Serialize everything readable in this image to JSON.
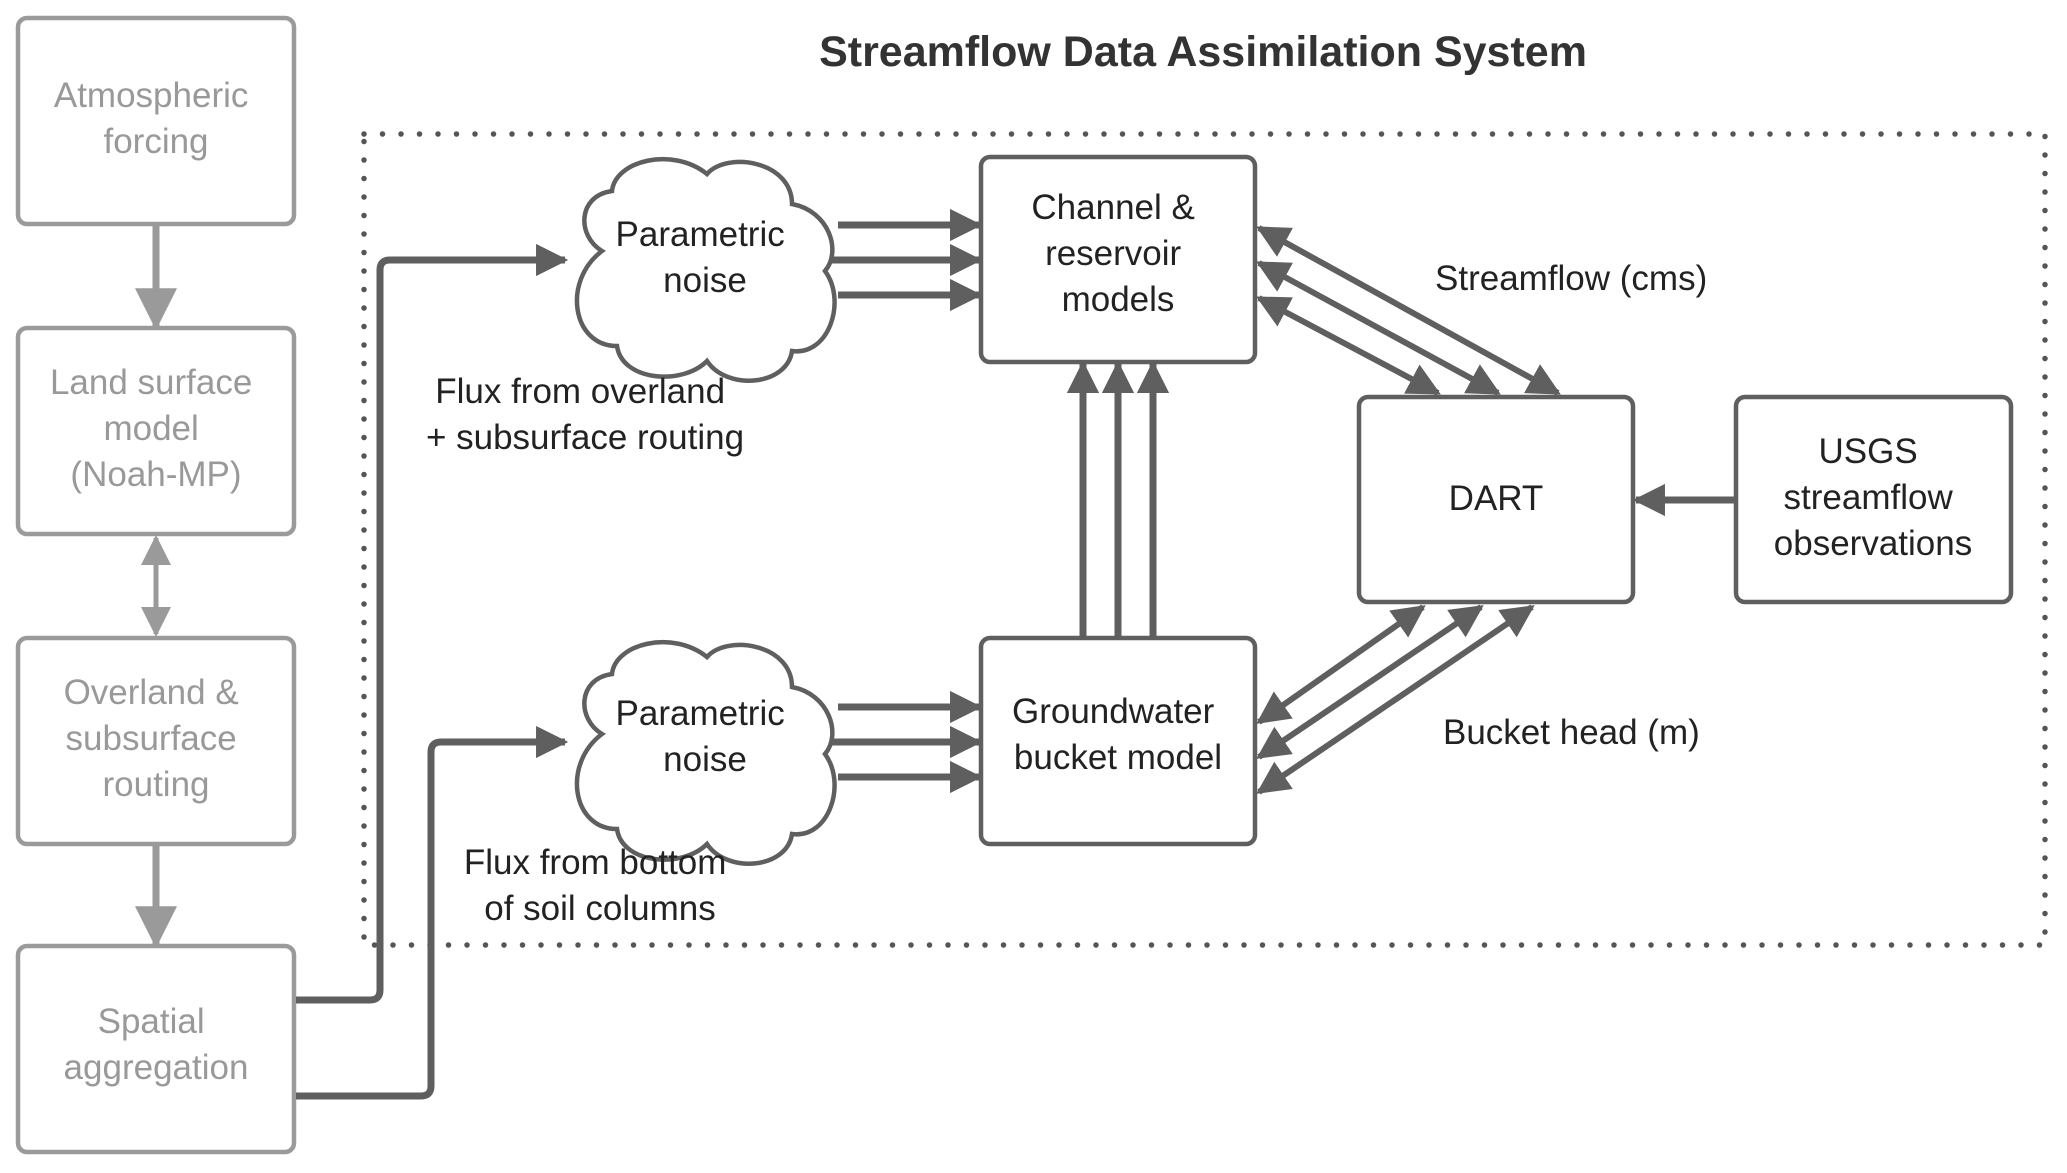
{
  "title": "Streamflow Data Assimilation System",
  "colors": {
    "dark_stroke": "#5f5f5f",
    "grey_stroke": "#9a9a9a",
    "dark_text": "#222222",
    "grey_text": "#999999",
    "title_text": "#333333"
  },
  "left_column": [
    {
      "id": "atmospheric-forcing",
      "lines": [
        "Atmospheric",
        "forcing"
      ]
    },
    {
      "id": "land-surface-model",
      "lines": [
        "Land surface",
        "model",
        "(Noah-MP)"
      ]
    },
    {
      "id": "overland-subsurface-routing",
      "lines": [
        "Overland &",
        "subsurface",
        "routing"
      ]
    },
    {
      "id": "spatial-aggregation",
      "lines": [
        "Spatial",
        "aggregation"
      ]
    }
  ],
  "nodes": {
    "noise_top": {
      "lines": [
        "Parametric",
        "noise"
      ]
    },
    "noise_bottom": {
      "lines": [
        "Parametric",
        "noise"
      ]
    },
    "channel": {
      "lines": [
        "Channel &",
        "reservoir",
        "models"
      ]
    },
    "groundwater": {
      "lines": [
        "Groundwater",
        "bucket model"
      ]
    },
    "dart": {
      "lines": [
        "DART"
      ]
    },
    "usgs": {
      "lines": [
        "USGS",
        "streamflow",
        "observations"
      ]
    }
  },
  "edge_labels": {
    "flux_overland": [
      "Flux from overland",
      "+ subsurface routing"
    ],
    "flux_bottom": [
      "Flux from bottom",
      "of soil columns"
    ],
    "streamflow": "Streamflow (cms)",
    "bucket_head": "Bucket head (m)"
  }
}
